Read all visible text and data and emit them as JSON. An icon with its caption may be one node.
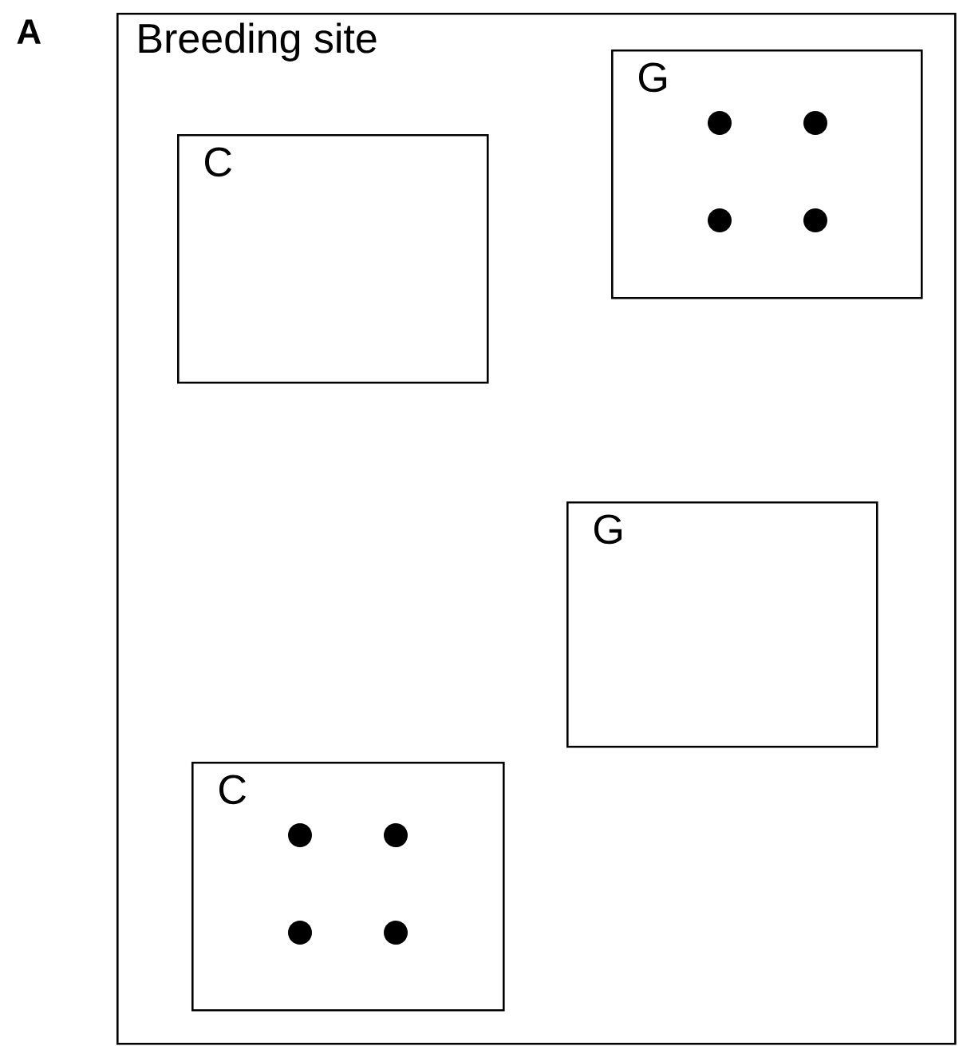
{
  "diagram": {
    "nodes": [
      {
        "text": [
          "Breeding site"
        ]
      },
      {
        "text": [
          "G"
        ],
        "in": 0
      },
      {
        "text": [
          "C"
        ],
        "in": 0
      },
      {
        "text": [
          "G"
        ],
        "in": 0
      },
      {
        "text": [
          "C"
        ],
        "in": 0
      }
    ],
    "labels": [
      "A"
    ]
  }
}
